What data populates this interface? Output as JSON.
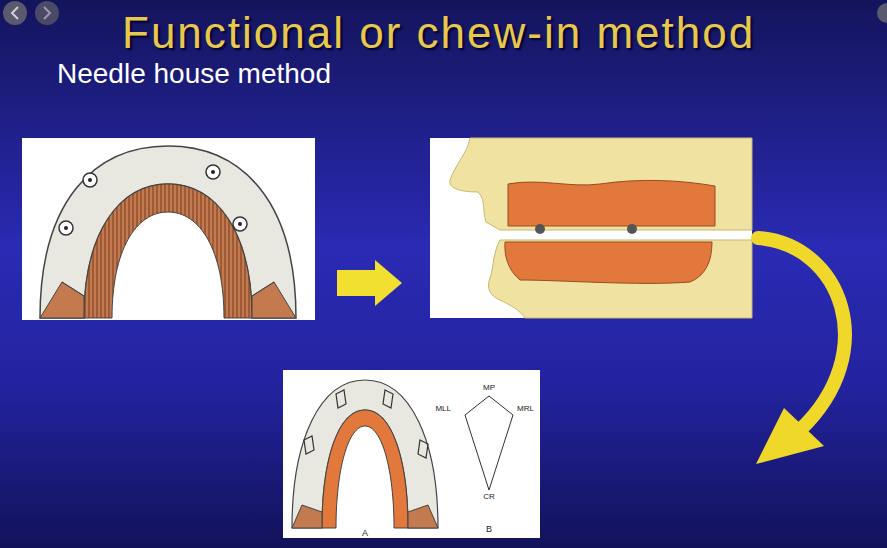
{
  "diagram": {
    "title": "Functional or chew-in method",
    "labels": [
      "Needle house method",
      "MP",
      "MLL",
      "MRL",
      "CR",
      "A",
      "B"
    ]
  }
}
